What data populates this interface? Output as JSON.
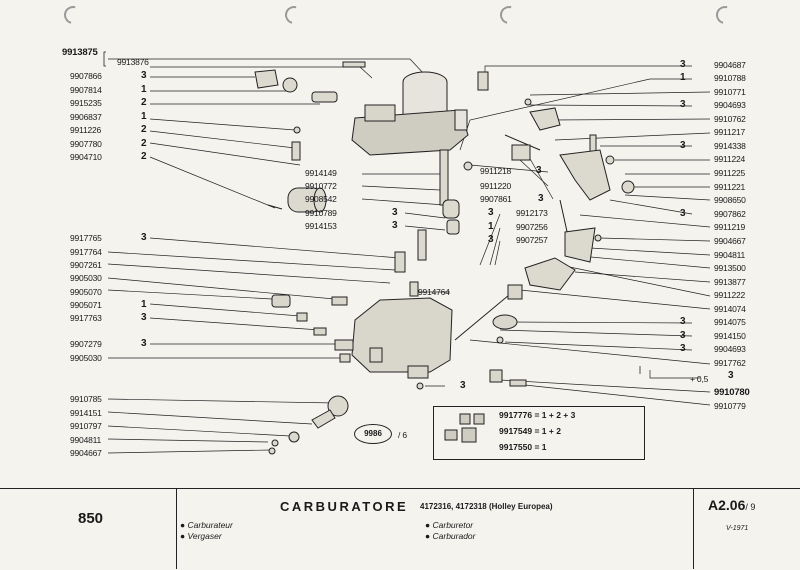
{
  "left_labels": [
    {
      "code": "9913875",
      "qty": "",
      "bold": true
    },
    {
      "code": "9913876",
      "qty": ""
    },
    {
      "code": "9907866",
      "qty": "3"
    },
    {
      "code": "9907814",
      "qty": "1"
    },
    {
      "code": "9915235",
      "qty": "2"
    },
    {
      "code": "9906837",
      "qty": "1"
    },
    {
      "code": "9911226",
      "qty": "2"
    },
    {
      "code": "9907780",
      "qty": "2"
    },
    {
      "code": "9904710",
      "qty": "2"
    },
    {
      "code": "9917765",
      "qty": "3"
    },
    {
      "code": "9917764",
      "qty": ""
    },
    {
      "code": "9907261",
      "qty": ""
    },
    {
      "code": "9905030",
      "qty": ""
    },
    {
      "code": "9905070",
      "qty": ""
    },
    {
      "code": "9905071",
      "qty": "1"
    },
    {
      "code": "9917763",
      "qty": "3"
    },
    {
      "code": "9907279",
      "qty": "3"
    },
    {
      "code": "9905030",
      "qty": ""
    },
    {
      "code": "9910785",
      "qty": ""
    },
    {
      "code": "9914151",
      "qty": ""
    },
    {
      "code": "9910797",
      "qty": ""
    },
    {
      "code": "9904811",
      "qty": ""
    },
    {
      "code": "9904667",
      "qty": ""
    }
  ],
  "mid_labels": [
    {
      "code": "9914149",
      "qty": ""
    },
    {
      "code": "9910772",
      "qty": ""
    },
    {
      "code": "9908542",
      "qty": ""
    },
    {
      "code": "9910789",
      "qty": "3"
    },
    {
      "code": "9914153",
      "qty": "3"
    },
    {
      "code": "9911218",
      "qty": "3"
    },
    {
      "code": "9911220",
      "qty": ""
    },
    {
      "code": "9907861",
      "qty": "3"
    },
    {
      "code": "9912173",
      "qty": "3"
    },
    {
      "code": "9907256",
      "qty": "1"
    },
    {
      "code": "9907257",
      "qty": "3"
    },
    {
      "code": "9914764",
      "qty": ""
    }
  ],
  "right_labels": [
    {
      "code": "9904687",
      "qty": "3"
    },
    {
      "code": "9910788",
      "qty": "1"
    },
    {
      "code": "9910771",
      "qty": ""
    },
    {
      "code": "9904693",
      "qty": "3"
    },
    {
      "code": "9910762",
      "qty": ""
    },
    {
      "code": "9911217",
      "qty": ""
    },
    {
      "code": "9914338",
      "qty": "3"
    },
    {
      "code": "9911224",
      "qty": ""
    },
    {
      "code": "9911225",
      "qty": ""
    },
    {
      "code": "9911221",
      "qty": ""
    },
    {
      "code": "9908650",
      "qty": ""
    },
    {
      "code": "9907862",
      "qty": "3"
    },
    {
      "code": "9911219",
      "qty": ""
    },
    {
      "code": "9904667",
      "qty": ""
    },
    {
      "code": "9904811",
      "qty": ""
    },
    {
      "code": "9913500",
      "qty": ""
    },
    {
      "code": "9913877",
      "qty": ""
    },
    {
      "code": "9911222",
      "qty": ""
    },
    {
      "code": "9914074",
      "qty": ""
    },
    {
      "code": "9914075",
      "qty": "3"
    },
    {
      "code": "9914150",
      "qty": "3"
    },
    {
      "code": "9904693",
      "qty": "3"
    },
    {
      "code": "9917762",
      "qty": ""
    }
  ],
  "extra": {
    "oversize": "+ 0,5",
    "oversize_qty": "3",
    "code_a": "9910780",
    "code_b": "9910779",
    "loose_qty": "3"
  },
  "kit": {
    "line1": "9917776 = 1 + 2 + 3",
    "line2": "9917549 = 1 + 2",
    "line3": "9917550 = 1"
  },
  "oval_ref": "9986",
  "oval_suffix": "/ 6",
  "footer": {
    "model": "850",
    "title": "CARBURATORE",
    "subtitle": "4172316,  4172318  (Holley  Europea)",
    "lang_fr": "Carburateur",
    "lang_de": "Vergaser",
    "lang_en": "Carburetor",
    "lang_es": "Carburador",
    "code": "A2.06",
    "code_suffix": "/ 9",
    "date": "V-1971"
  }
}
